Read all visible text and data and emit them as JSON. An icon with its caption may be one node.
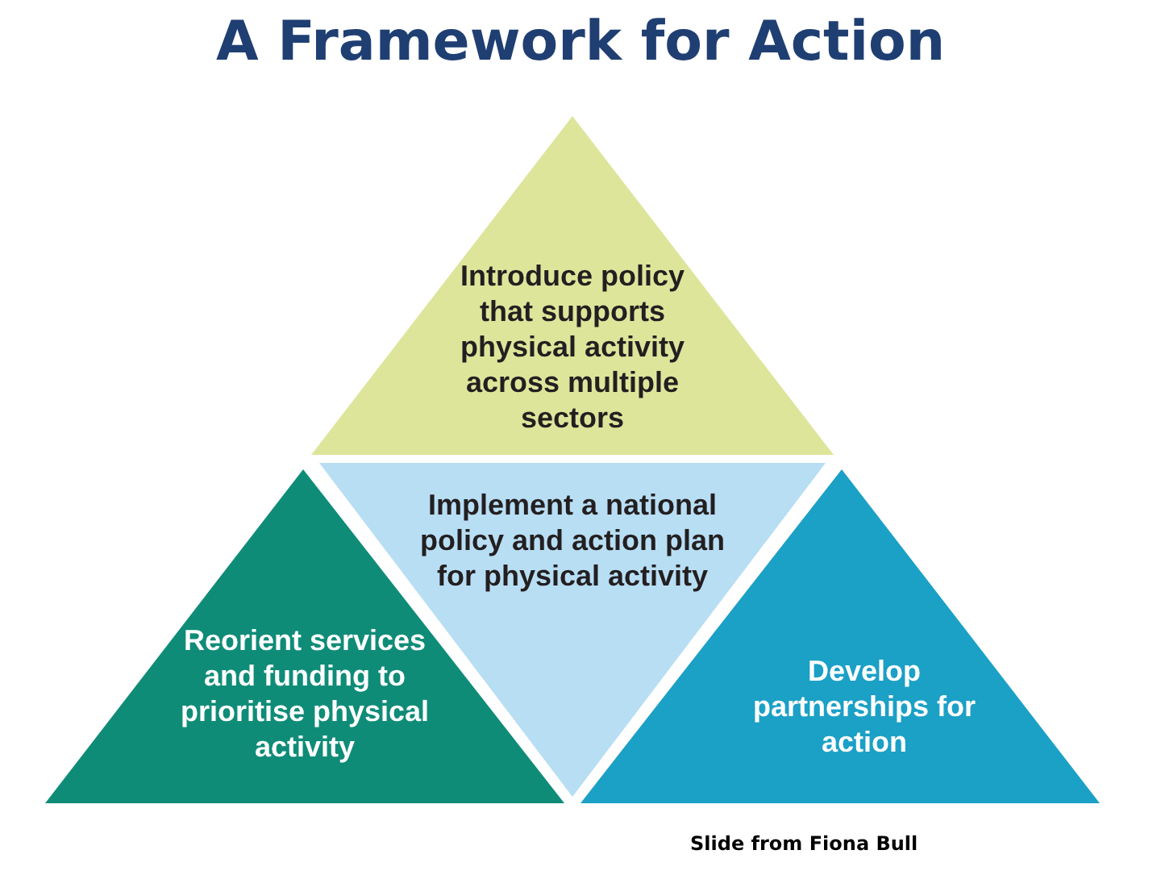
{
  "diagram": {
    "title": "A Framework for Action",
    "nodes": [
      {
        "text": [
          "Introduce policy that supports physical activity across multiple sectors"
        ]
      },
      {
        "text": [
          "Implement a national policy and action plan for physical activity"
        ]
      },
      {
        "text": [
          "Reorient services and funding to prioritise physical activity"
        ]
      },
      {
        "text": [
          "Develop partnerships for action"
        ]
      }
    ],
    "edges": [],
    "labels": [
      "Slide from Fiona Bull"
    ]
  }
}
